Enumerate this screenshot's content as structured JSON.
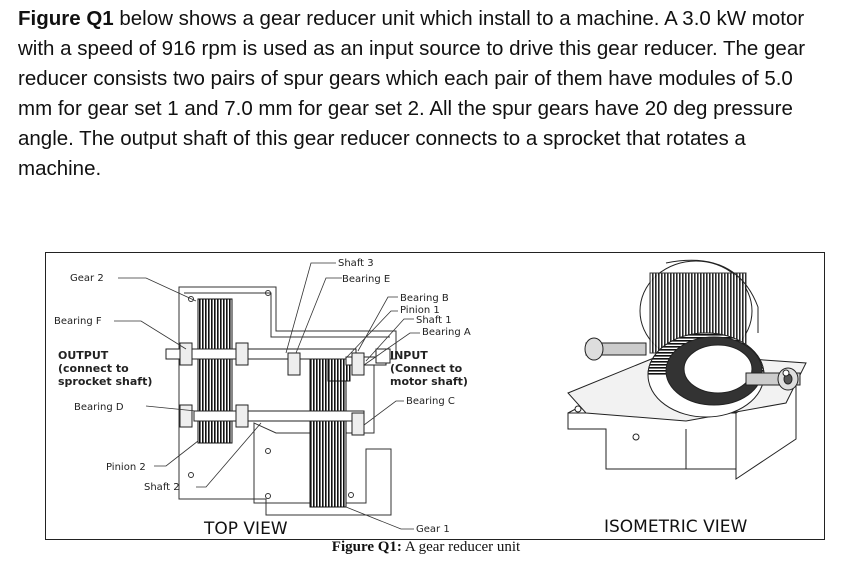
{
  "question": {
    "figure_ref": "Figure Q1",
    "text": " below shows a gear reducer unit which install to a machine. A 3.0 kW motor with a speed of 916 rpm is used as an input source to drive this gear reducer. The gear reducer consists two pairs of spur gears which each pair of them have modules of 5.0 mm for gear set 1 and 7.0 mm for gear set 2. All the spur gears have 20 deg pressure angle. The output shaft of this gear reducer connects to a sprocket that rotates a machine."
  },
  "figure": {
    "labels": {
      "gear2": "Gear 2",
      "bearing_f": "Bearing F",
      "output": "OUTPUT",
      "output_sub1": "(connect to",
      "output_sub2": "sprocket shaft)",
      "bearing_d": "Bearing D",
      "pinion2": "Pinion 2",
      "shaft2": "Shaft 2",
      "shaft3": "Shaft 3",
      "bearing_e": "Bearing E",
      "bearing_b": "Bearing B",
      "pinion1": "Pinion 1",
      "shaft1": "Shaft 1",
      "bearing_a": "Bearing A",
      "input": "INPUT",
      "input_sub1": "(Connect to",
      "input_sub2": "motor shaft)",
      "bearing_c": "Bearing C",
      "gear1": "Gear 1"
    },
    "top_view_label": "TOP VIEW",
    "iso_view_label": "ISOMETRIC VIEW",
    "caption_bold": "Figure Q1:",
    "caption_text": " A gear reducer unit"
  }
}
